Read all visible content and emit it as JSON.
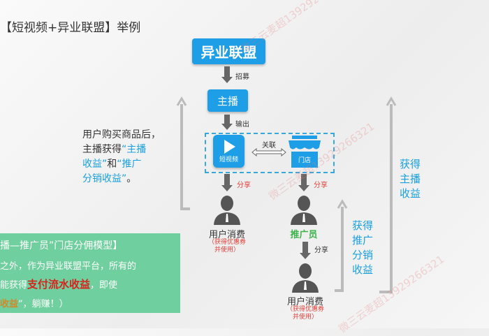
{
  "title": "【短视频+异业联盟】举例",
  "nodes": {
    "alliance": "异业联盟",
    "recruit": "招募",
    "anchor": "主播",
    "output": "输出",
    "video": "短视频",
    "store": "门店",
    "link": "关联",
    "share": "分享",
    "consumer": "用户消费",
    "coupon_line1": "（获得优惠券",
    "coupon_line2": "并使用）",
    "promoter": "推广员"
  },
  "left_note": {
    "line1": "用户购买商品后，",
    "line2a": "主播获得",
    "line2b": "“主播",
    "line3a": "收益”",
    "line3b": "和",
    "line3c": "“推广",
    "line4a": "分销收益”",
    "line4b": "。"
  },
  "right_labels": {
    "anchor_income": [
      "获得",
      "主播",
      "收益"
    ],
    "promoter_income": [
      "获得",
      "推广",
      "分销",
      "收益"
    ]
  },
  "green_box": {
    "heading": "播—推广员”门店分佣模型】",
    "line1": "之外，作为异业联盟平台，所有的",
    "line2a": "能获得",
    "line2b": "支付流水收益",
    "line2c": "，即使",
    "line3a": "收益",
    "line3b": "”，躺赚！）"
  },
  "watermark": "微三云麦超13929266321",
  "colors": {
    "blue": "#1e9ee6",
    "green_box": "#6fcf9e",
    "red": "#e2413a",
    "promoter_green": "#3cb44b"
  }
}
